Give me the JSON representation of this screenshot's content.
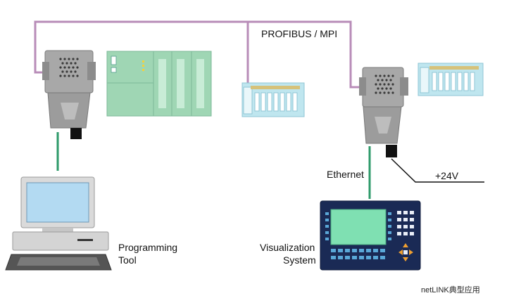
{
  "labels": {
    "bus": "PROFIBUS / MPI",
    "ethernet": "Ethernet",
    "power": "+24V",
    "programming_tool": [
      "Programming",
      "Tool"
    ],
    "visualization_system": [
      "Visualization",
      "System"
    ],
    "caption": "netLINK典型应用"
  },
  "colors": {
    "bus_line": "#b88cb8",
    "ethernet_line": "#2e9a6a",
    "power_line": "#111111",
    "plc_body": "#9fd6b4",
    "io_module": "#bfe6ef",
    "connector": "#9a9a9a"
  }
}
